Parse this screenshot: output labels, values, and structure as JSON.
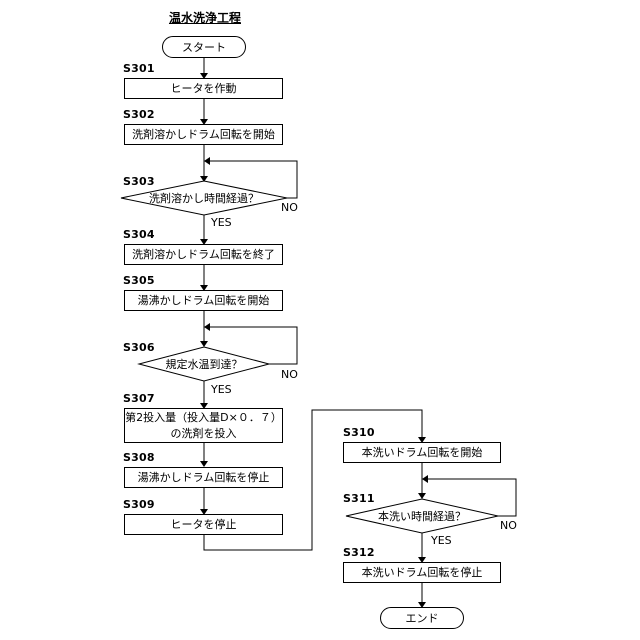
{
  "title": "温水洗浄工程",
  "start_label": "スタート",
  "end_label": "エンド",
  "steps": {
    "s301": {
      "id": "S301",
      "text": "ヒータを作動"
    },
    "s302": {
      "id": "S302",
      "text": "洗剤溶かしドラム回転を開始"
    },
    "s303": {
      "id": "S303",
      "text": "洗剤溶かし時間経過？"
    },
    "s304": {
      "id": "S304",
      "text": "洗剤溶かしドラム回転を終了"
    },
    "s305": {
      "id": "S305",
      "text": "湯沸かしドラム回転を開始"
    },
    "s306": {
      "id": "S306",
      "text": "規定水温到達？"
    },
    "s307": {
      "id": "S307",
      "text_line1": "第2投入量（投入量D×０．７）",
      "text_line2": "の洗剤を投入"
    },
    "s308": {
      "id": "S308",
      "text": "湯沸かしドラム回転を停止"
    },
    "s309": {
      "id": "S309",
      "text": "ヒータを停止"
    },
    "s310": {
      "id": "S310",
      "text": "本洗いドラム回転を開始"
    },
    "s311": {
      "id": "S311",
      "text": "本洗い時間経過？"
    },
    "s312": {
      "id": "S312",
      "text": "本洗いドラム回転を停止"
    }
  },
  "branch_labels": {
    "yes": "YES",
    "no": "NO"
  }
}
